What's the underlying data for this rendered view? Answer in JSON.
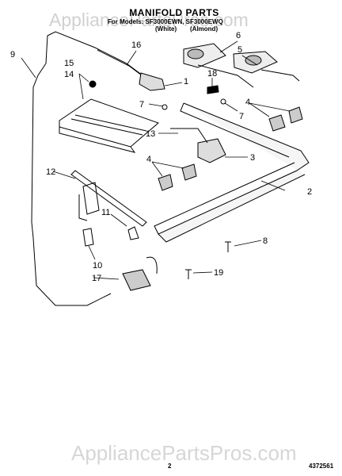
{
  "header": {
    "title": "MANIFOLD PARTS",
    "for_models": "For Models: SF3000EWN, SF3000EWQ",
    "variant_1": "(White)",
    "variant_2": "(Almond)"
  },
  "watermark": {
    "top": "AppliancePartsPros.com",
    "bottom": "AppliancePartsPros.com"
  },
  "footer": {
    "page_number": "2",
    "doc_number": "4372561"
  },
  "callouts": [
    "1",
    "2",
    "3",
    "4",
    "4",
    "5",
    "6",
    "7",
    "7",
    "8",
    "9",
    "10",
    "11",
    "12",
    "13",
    "14",
    "15",
    "16",
    "17",
    "18",
    "19"
  ]
}
